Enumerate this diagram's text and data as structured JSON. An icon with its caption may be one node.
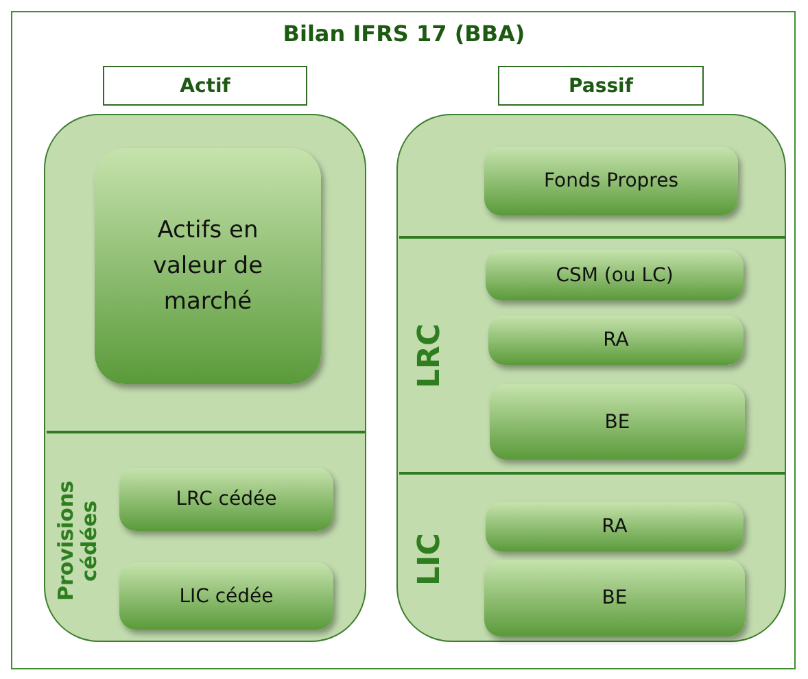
{
  "diagram": {
    "title": "Bilan IFRS 17 (BBA)",
    "nodes": [
      {
        "text": [
          "Actif"
        ]
      },
      {
        "text": [
          "Passif"
        ]
      },
      {
        "text": [],
        "shape": "box"
      },
      {
        "text": [
          "Actifs en valeur de marché"
        ],
        "in": 2
      },
      {
        "text": [
          "Provisions cédées"
        ],
        "in": 2
      },
      {
        "text": [
          "LRC cédée"
        ],
        "in": 4
      },
      {
        "text": [
          "LIC cédée"
        ],
        "in": 4
      },
      {
        "text": [],
        "shape": "box"
      },
      {
        "text": [
          "Fonds Propres"
        ],
        "in": 7
      },
      {
        "text": [
          "LRC"
        ],
        "in": 7
      },
      {
        "text": [
          "CSM (ou LC)"
        ],
        "in": 9
      },
      {
        "text": [
          "RA"
        ],
        "in": 9
      },
      {
        "text": [
          "BE"
        ],
        "in": 9
      },
      {
        "text": [
          "LIC"
        ],
        "in": 7
      },
      {
        "text": [
          "RA"
        ],
        "in": 13
      },
      {
        "text": [
          "BE"
        ],
        "in": 13
      }
    ],
    "edges": []
  }
}
